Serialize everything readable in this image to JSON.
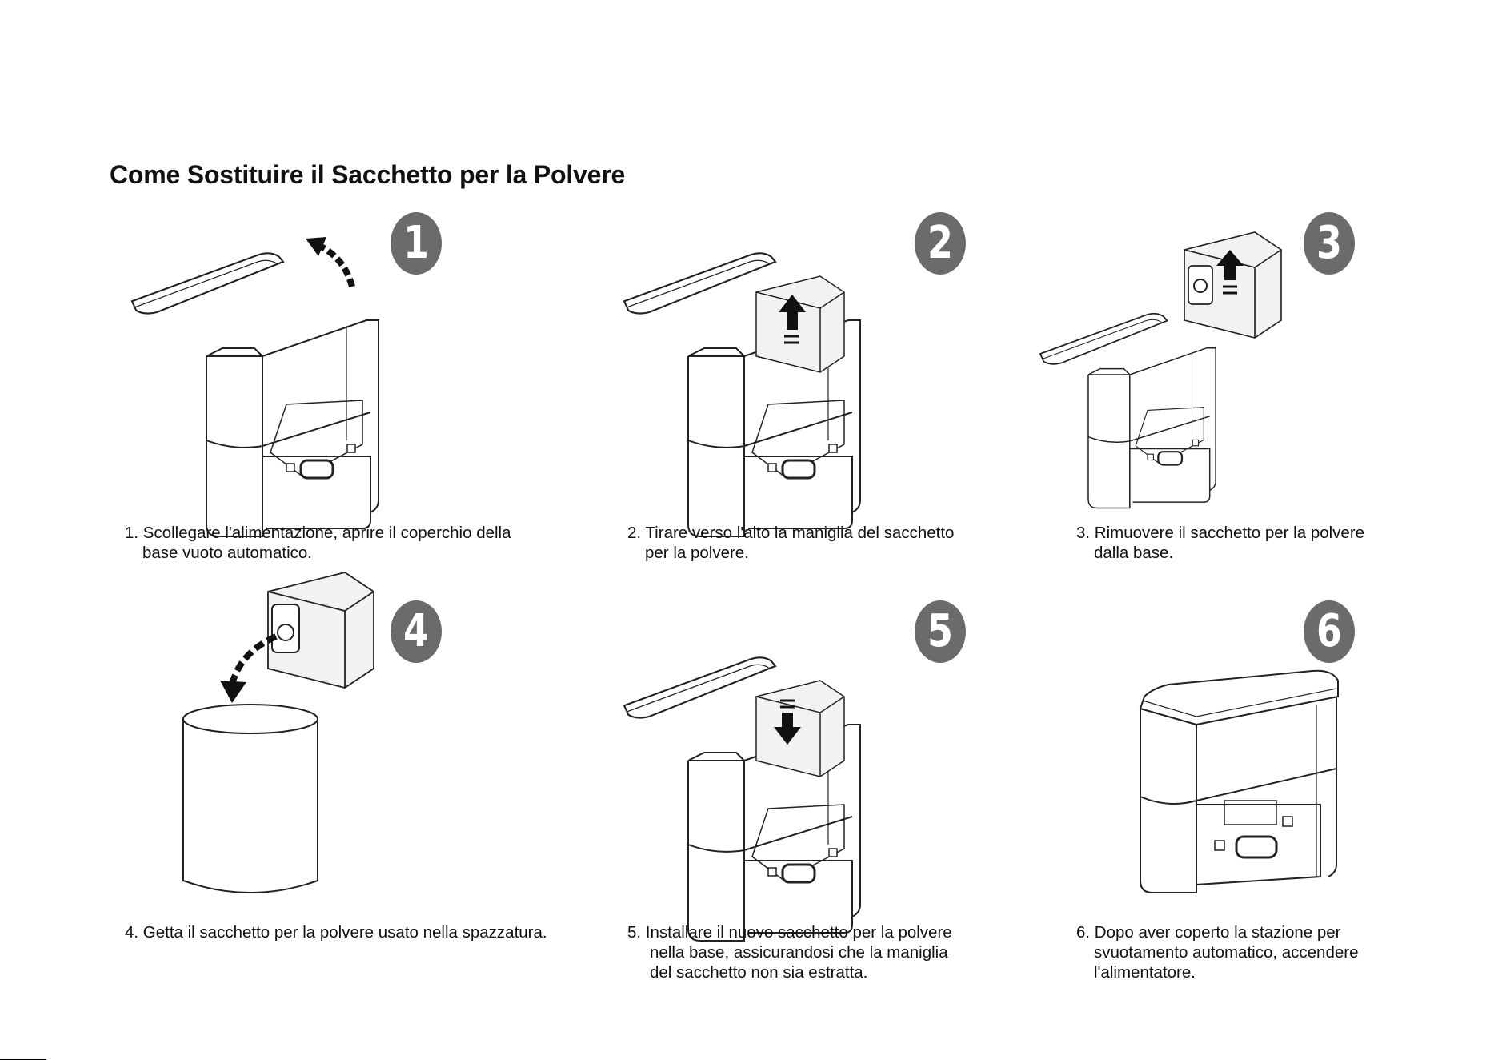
{
  "page": {
    "title": "Come Sostituire il Sacchetto per la Polvere"
  },
  "steps": [
    {
      "number": "1",
      "line1": "1. Scollegare l'alimentazione, aprire il coperchio della",
      "line2": "base vuoto automatico."
    },
    {
      "number": "2",
      "line1": "2. Tirare verso l'alto la maniglia del sacchetto",
      "line2": "per la polvere."
    },
    {
      "number": "3",
      "line1": "3. Rimuovere il sacchetto per la polvere",
      "line2": "dalla base."
    },
    {
      "number": "4",
      "line1": "4. Getta il sacchetto per la polvere usato nella spazzatura.",
      "line2": ""
    },
    {
      "number": "5",
      "line1": "5.  Installare il nuovo sacchetto per la polvere",
      "line2": "nella base, assicurandosi che la maniglia",
      "line3": "del sacchetto non sia estratta."
    },
    {
      "number": "6",
      "line1": "6. Dopo aver coperto la stazione per",
      "line2": "svuotamento automatico, accendere",
      "line3": "l'alimentatore."
    }
  ],
  "colors": {
    "badge": "#6b6b6b",
    "line_art": "#222222",
    "fill": "#ffffff",
    "bag_fill": "#f2f2f2"
  },
  "icons": {
    "arrow_open_lid": "curved-arrow-icon",
    "arrow_up": "up-arrow-icon",
    "arrow_down": "down-arrow-icon",
    "arrow_discard": "curved-arrow-icon"
  }
}
